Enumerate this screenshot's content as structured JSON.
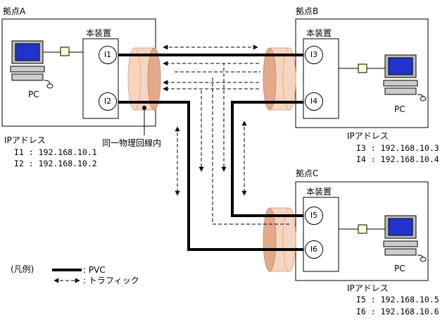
{
  "sites": {
    "a": {
      "label": "拠点A",
      "device": "本装置",
      "if1": "I1",
      "if2": "I2",
      "pc": "PC",
      "ip_title": "IPアドレス",
      "ip1": "I1 : 192.168.10.1",
      "ip2": "I2 : 192.168.10.2"
    },
    "b": {
      "label": "拠点B",
      "device": "本装置",
      "if1": "I3",
      "if2": "I4",
      "pc": "PC",
      "ip_title": "IPアドレス",
      "ip1": "I3 : 192.168.10.3",
      "ip2": "I4 : 192.168.10.4"
    },
    "c": {
      "label": "拠点C",
      "device": "本装置",
      "if1": "I5",
      "if2": "I6",
      "pc": "PC",
      "ip_title": "IPアドレス",
      "ip1": "I5 : 192.168.10.5",
      "ip2": "I6 : 192.168.10.6"
    }
  },
  "physical_line_label": "同一物理回線内",
  "legend": {
    "title": "(凡例)",
    "pvc": ": PVC",
    "traffic": ": トラフィック"
  },
  "colors": {
    "tube_fill": "#f5d5c0",
    "tube_end": "#e2aa88",
    "screen": "#2233cc",
    "connector": "#ffffcc"
  }
}
